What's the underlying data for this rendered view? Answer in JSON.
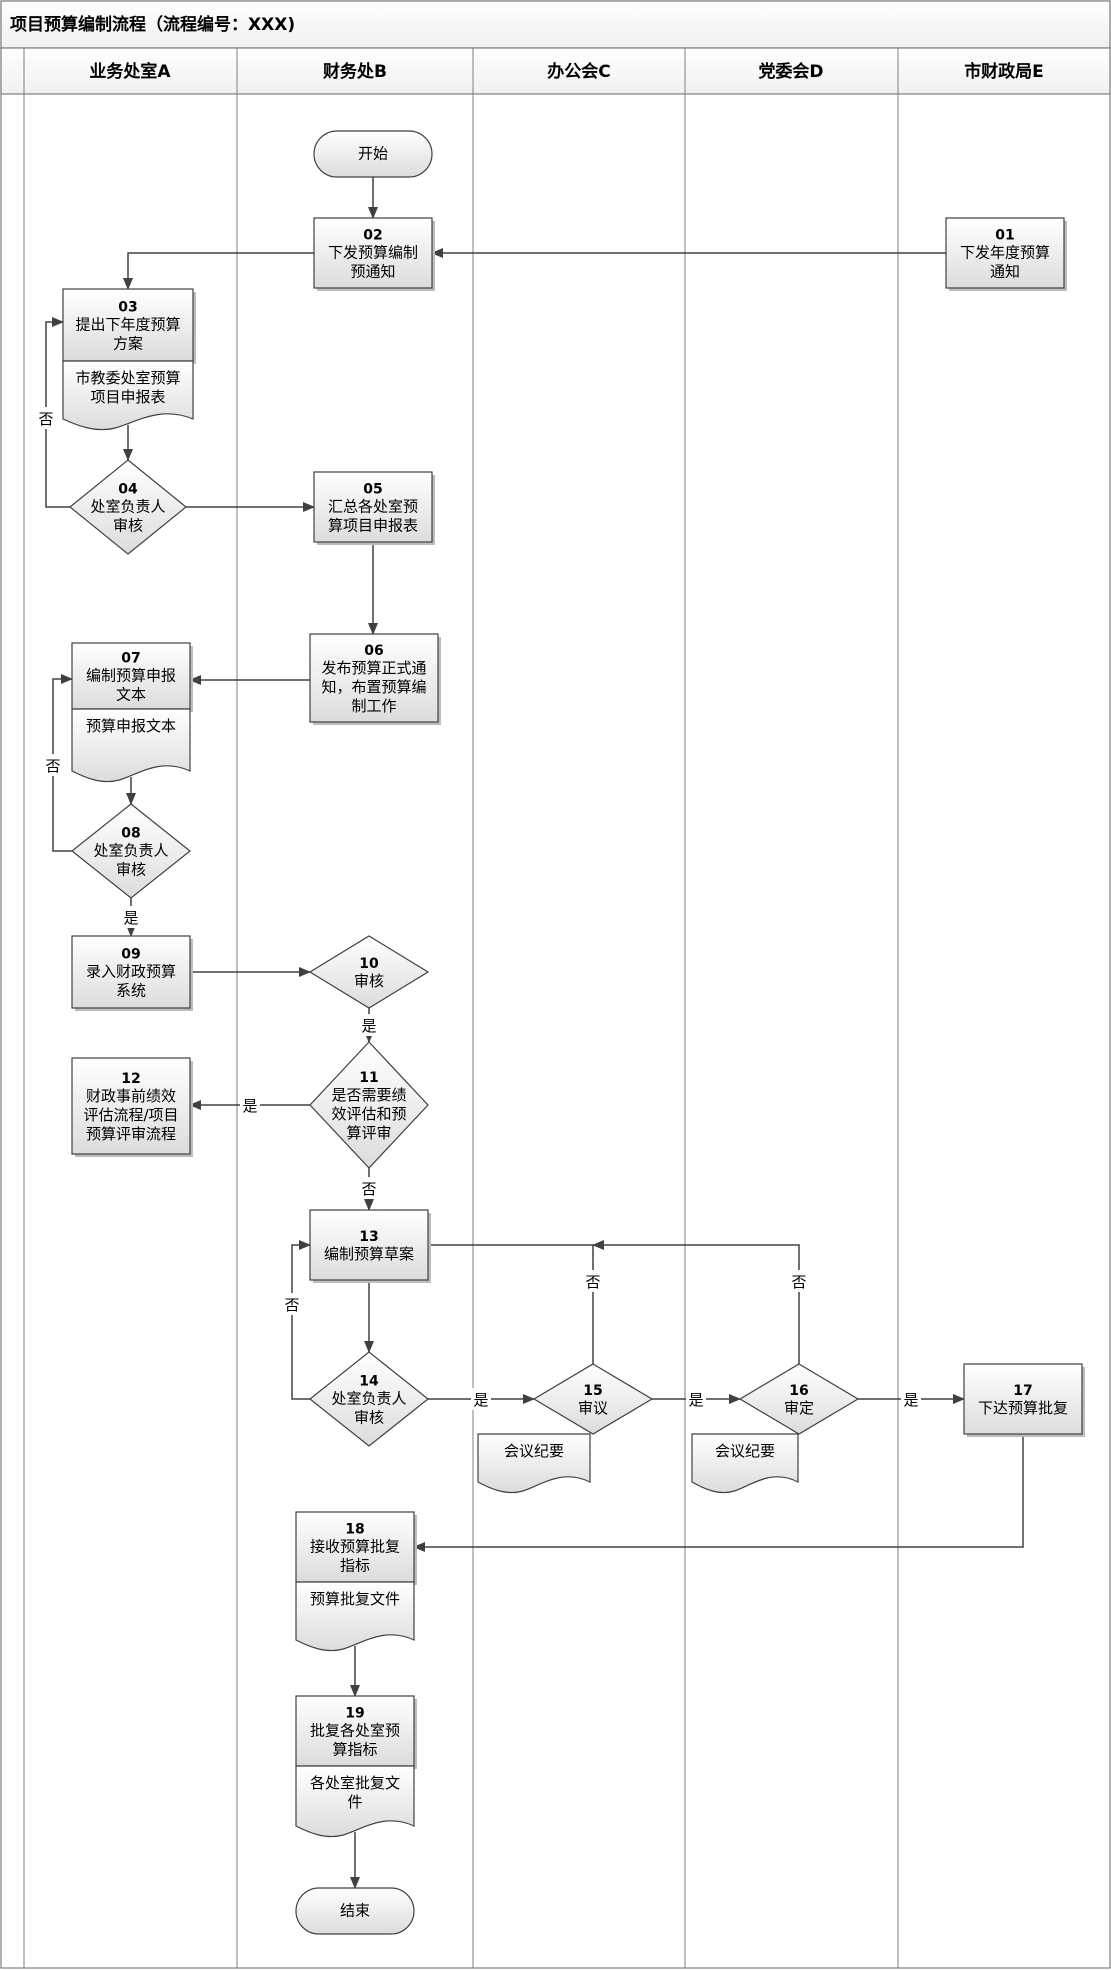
{
  "title": "项目预算编制流程（流程编号：XXX)",
  "lanes": [
    "业务处室A",
    "财务处B",
    "办公会C",
    "党委会D",
    "市财政局E"
  ],
  "nodes": [
    {
      "id": "start",
      "shape": "terminal",
      "num": "",
      "lines": [
        "开始"
      ]
    },
    {
      "id": "n01",
      "shape": "process",
      "num": "01",
      "lines": [
        "下发年度预算",
        "通知"
      ]
    },
    {
      "id": "n02",
      "shape": "process",
      "num": "02",
      "lines": [
        "下发预算编制",
        "预通知"
      ]
    },
    {
      "id": "n03",
      "shape": "process",
      "num": "03",
      "lines": [
        "提出下年度预算",
        "方案"
      ]
    },
    {
      "id": "d03",
      "shape": "document",
      "num": "",
      "lines": [
        "市教委处室预算",
        "项目申报表"
      ]
    },
    {
      "id": "n04",
      "shape": "decision",
      "num": "04",
      "lines": [
        "处室负责人",
        "审核"
      ]
    },
    {
      "id": "n05",
      "shape": "process",
      "num": "05",
      "lines": [
        "汇总各处室预",
        "算项目申报表"
      ]
    },
    {
      "id": "n06",
      "shape": "process",
      "num": "06",
      "lines": [
        "发布预算正式通",
        "知，布置预算编",
        "制工作"
      ]
    },
    {
      "id": "n07",
      "shape": "process",
      "num": "07",
      "lines": [
        "编制预算申报",
        "文本"
      ]
    },
    {
      "id": "d07",
      "shape": "document",
      "num": "",
      "lines": [
        "预算申报文本"
      ]
    },
    {
      "id": "n08",
      "shape": "decision",
      "num": "08",
      "lines": [
        "处室负责人",
        "审核"
      ]
    },
    {
      "id": "n09",
      "shape": "process",
      "num": "09",
      "lines": [
        "录入财政预算",
        "系统"
      ]
    },
    {
      "id": "n10",
      "shape": "decision",
      "num": "10",
      "lines": [
        "审核"
      ]
    },
    {
      "id": "n11",
      "shape": "decision",
      "num": "11",
      "lines": [
        "是否需要绩",
        "效评估和预",
        "算评审"
      ]
    },
    {
      "id": "n12",
      "shape": "process",
      "num": "12",
      "lines": [
        "财政事前绩效",
        "评估流程/项目",
        "预算评审流程"
      ]
    },
    {
      "id": "n13",
      "shape": "process",
      "num": "13",
      "lines": [
        "编制预算草案"
      ]
    },
    {
      "id": "n14",
      "shape": "decision",
      "num": "14",
      "lines": [
        "处室负责人",
        "审核"
      ]
    },
    {
      "id": "n15",
      "shape": "decision",
      "num": "15",
      "lines": [
        "审议"
      ]
    },
    {
      "id": "d15",
      "shape": "document",
      "num": "",
      "lines": [
        "会议纪要"
      ]
    },
    {
      "id": "n16",
      "shape": "decision",
      "num": "16",
      "lines": [
        "审定"
      ]
    },
    {
      "id": "d16",
      "shape": "document",
      "num": "",
      "lines": [
        "会议纪要"
      ]
    },
    {
      "id": "n17",
      "shape": "process",
      "num": "17",
      "lines": [
        "下达预算批复"
      ]
    },
    {
      "id": "n18",
      "shape": "process",
      "num": "18",
      "lines": [
        "接收预算批复",
        "指标"
      ]
    },
    {
      "id": "d18",
      "shape": "document",
      "num": "",
      "lines": [
        "预算批复文件"
      ]
    },
    {
      "id": "n19",
      "shape": "process",
      "num": "19",
      "lines": [
        "批复各处室预",
        "算指标"
      ]
    },
    {
      "id": "d19",
      "shape": "document",
      "num": "",
      "lines": [
        "各处室批复文",
        "件"
      ]
    },
    {
      "id": "end",
      "shape": "terminal",
      "num": "",
      "lines": [
        "结束"
      ]
    }
  ],
  "edges": [
    {
      "id": "e-start-02",
      "label": ""
    },
    {
      "id": "e-01-02",
      "label": ""
    },
    {
      "id": "e-02-03",
      "label": ""
    },
    {
      "id": "e-03-04",
      "label": ""
    },
    {
      "id": "e-04-03",
      "label": "否"
    },
    {
      "id": "e-04-05",
      "label": ""
    },
    {
      "id": "e-05-06",
      "label": ""
    },
    {
      "id": "e-06-07",
      "label": ""
    },
    {
      "id": "e-07-08",
      "label": ""
    },
    {
      "id": "e-08-07",
      "label": "否"
    },
    {
      "id": "e-08-09",
      "label": "是"
    },
    {
      "id": "e-09-10",
      "label": ""
    },
    {
      "id": "e-10-11",
      "label": "是"
    },
    {
      "id": "e-11-12",
      "label": "是"
    },
    {
      "id": "e-11-13",
      "label": "否"
    },
    {
      "id": "e-13-14",
      "label": ""
    },
    {
      "id": "e-14-13",
      "label": "否"
    },
    {
      "id": "e-14-15",
      "label": "是"
    },
    {
      "id": "e-15-13",
      "label": "否"
    },
    {
      "id": "e-15-16",
      "label": "是"
    },
    {
      "id": "e-16-13",
      "label": "否"
    },
    {
      "id": "e-16-17",
      "label": "是"
    },
    {
      "id": "e-17-18",
      "label": ""
    },
    {
      "id": "e-18-19",
      "label": ""
    },
    {
      "id": "e-19-end",
      "label": ""
    }
  ]
}
